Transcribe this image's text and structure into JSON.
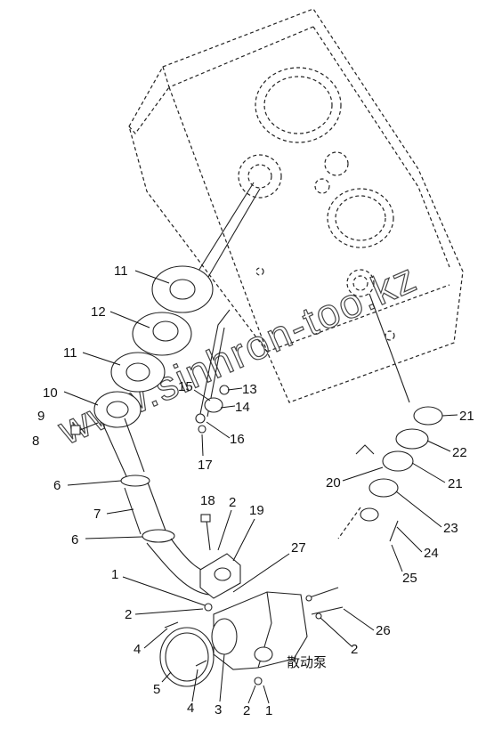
{
  "diagram": {
    "watermark": "www.sinhron-too.kz",
    "pump_label": "散动泵",
    "callouts": [
      {
        "id": "c11a",
        "text": "11"
      },
      {
        "id": "c12",
        "text": "12"
      },
      {
        "id": "c11b",
        "text": "11"
      },
      {
        "id": "c10",
        "text": "10"
      },
      {
        "id": "c9",
        "text": "9"
      },
      {
        "id": "c8",
        "text": "8"
      },
      {
        "id": "c15",
        "text": "15"
      },
      {
        "id": "c13",
        "text": "13"
      },
      {
        "id": "c14",
        "text": "14"
      },
      {
        "id": "c16",
        "text": "16"
      },
      {
        "id": "c17",
        "text": "17"
      },
      {
        "id": "c6a",
        "text": "6"
      },
      {
        "id": "c7",
        "text": "7"
      },
      {
        "id": "c6b",
        "text": "6"
      },
      {
        "id": "c18",
        "text": "18"
      },
      {
        "id": "c2a",
        "text": "2"
      },
      {
        "id": "c19",
        "text": "19"
      },
      {
        "id": "c27",
        "text": "27"
      },
      {
        "id": "c1a",
        "text": "1"
      },
      {
        "id": "c2b",
        "text": "2"
      },
      {
        "id": "c4a",
        "text": "4"
      },
      {
        "id": "c5",
        "text": "5"
      },
      {
        "id": "c4b",
        "text": "4"
      },
      {
        "id": "c3",
        "text": "3"
      },
      {
        "id": "c2c",
        "text": "2"
      },
      {
        "id": "c1b",
        "text": "1"
      },
      {
        "id": "c2d",
        "text": "2"
      },
      {
        "id": "c26",
        "text": "26"
      },
      {
        "id": "c21a",
        "text": "21"
      },
      {
        "id": "c22",
        "text": "22"
      },
      {
        "id": "c21b",
        "text": "21"
      },
      {
        "id": "c20",
        "text": "20"
      },
      {
        "id": "c23",
        "text": "23"
      },
      {
        "id": "c24",
        "text": "24"
      },
      {
        "id": "c25",
        "text": "25"
      }
    ]
  }
}
